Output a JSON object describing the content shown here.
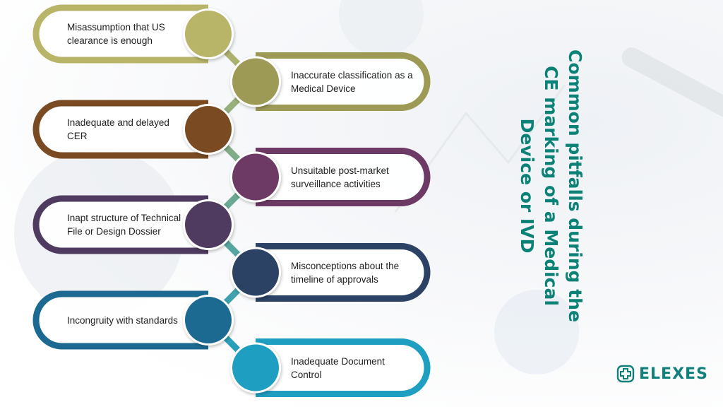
{
  "title": "Common pitfalls during the CE marking of a Medical Device or IVD",
  "brand": {
    "name": "ELEXES",
    "icon": "medical-cross-logo-icon",
    "color": "#12807a"
  },
  "steps": [
    {
      "label": "Misassumption that US clearance is enough",
      "color": "#b8b468",
      "side": "left"
    },
    {
      "label": "Inaccurate classification as a Medical Device",
      "color": "#9c9a55",
      "side": "right"
    },
    {
      "label": "Inadequate and delayed CER",
      "color": "#7a4b22",
      "side": "left"
    },
    {
      "label": "Unsuitable post-market surveillance activities",
      "color": "#6d3a65",
      "side": "right"
    },
    {
      "label": "Inapt structure of Technical File or Design Dossier",
      "color": "#4f3a60",
      "side": "left"
    },
    {
      "label": "Misconceptions about the timeline of approvals",
      "color": "#2b4265",
      "side": "right"
    },
    {
      "label": "Incongruity with standards",
      "color": "#1c6a92",
      "side": "left"
    },
    {
      "label": "Inadequate Document Control",
      "color": "#1e9ec0",
      "side": "right"
    }
  ],
  "colors": {
    "title": "#0c8276",
    "connector_start": "#b8b468",
    "connector_end": "#1e9ec0"
  }
}
